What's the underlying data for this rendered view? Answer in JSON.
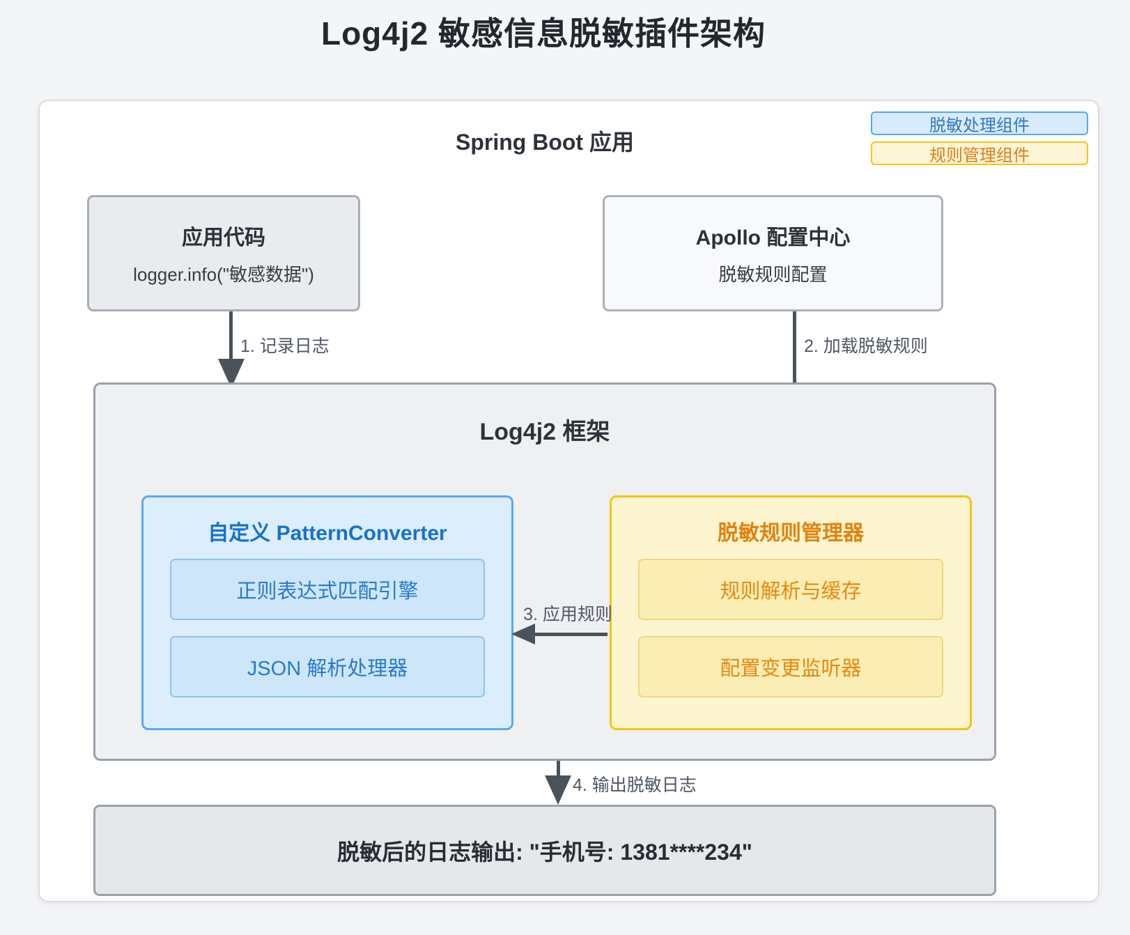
{
  "title": "Log4j2 敏感信息脱敏插件架构",
  "app": {
    "title": "Spring Boot 应用",
    "legend": [
      {
        "label": "脱敏处理组件",
        "color": "#55a6f1"
      },
      {
        "label": "规则管理组件",
        "color": "#fcc112"
      }
    ]
  },
  "nodes": {
    "app_code": {
      "title": "应用代码",
      "subtitle": "logger.info(\"敏感数据\")"
    },
    "apollo": {
      "title": "Apollo 配置中心",
      "subtitle": "脱敏规则配置"
    },
    "log4j2": {
      "title": "Log4j2 框架"
    },
    "pattern_converter": {
      "title": "自定义 PatternConverter",
      "children": [
        "正则表达式匹配引擎",
        "JSON 解析处理器"
      ]
    },
    "rule_manager": {
      "title": "脱敏规则管理器",
      "children": [
        "规则解析与缓存",
        "配置变更监听器"
      ]
    },
    "output": {
      "label": "脱敏后的日志输出: \"手机号: 1381****234\""
    }
  },
  "edges": [
    {
      "label": "1. 记录日志"
    },
    {
      "label": "2. 加载脱敏规则"
    },
    {
      "label": "3. 应用规则"
    },
    {
      "label": "4. 输出脱敏日志"
    }
  ],
  "colors": {
    "page_background": "#f4f5f7",
    "desensitize_fill": "#dcedfc",
    "desensitize_border": "#59a9f1",
    "desensitize_text": "#1672cc",
    "rule_fill": "#fdf5cf",
    "rule_border": "#f6c30f",
    "rule_text": "#e2820e",
    "arrow": "#4a525a",
    "neutral_fill": "#eef0f2",
    "neutral_border": "#99a1aa"
  }
}
